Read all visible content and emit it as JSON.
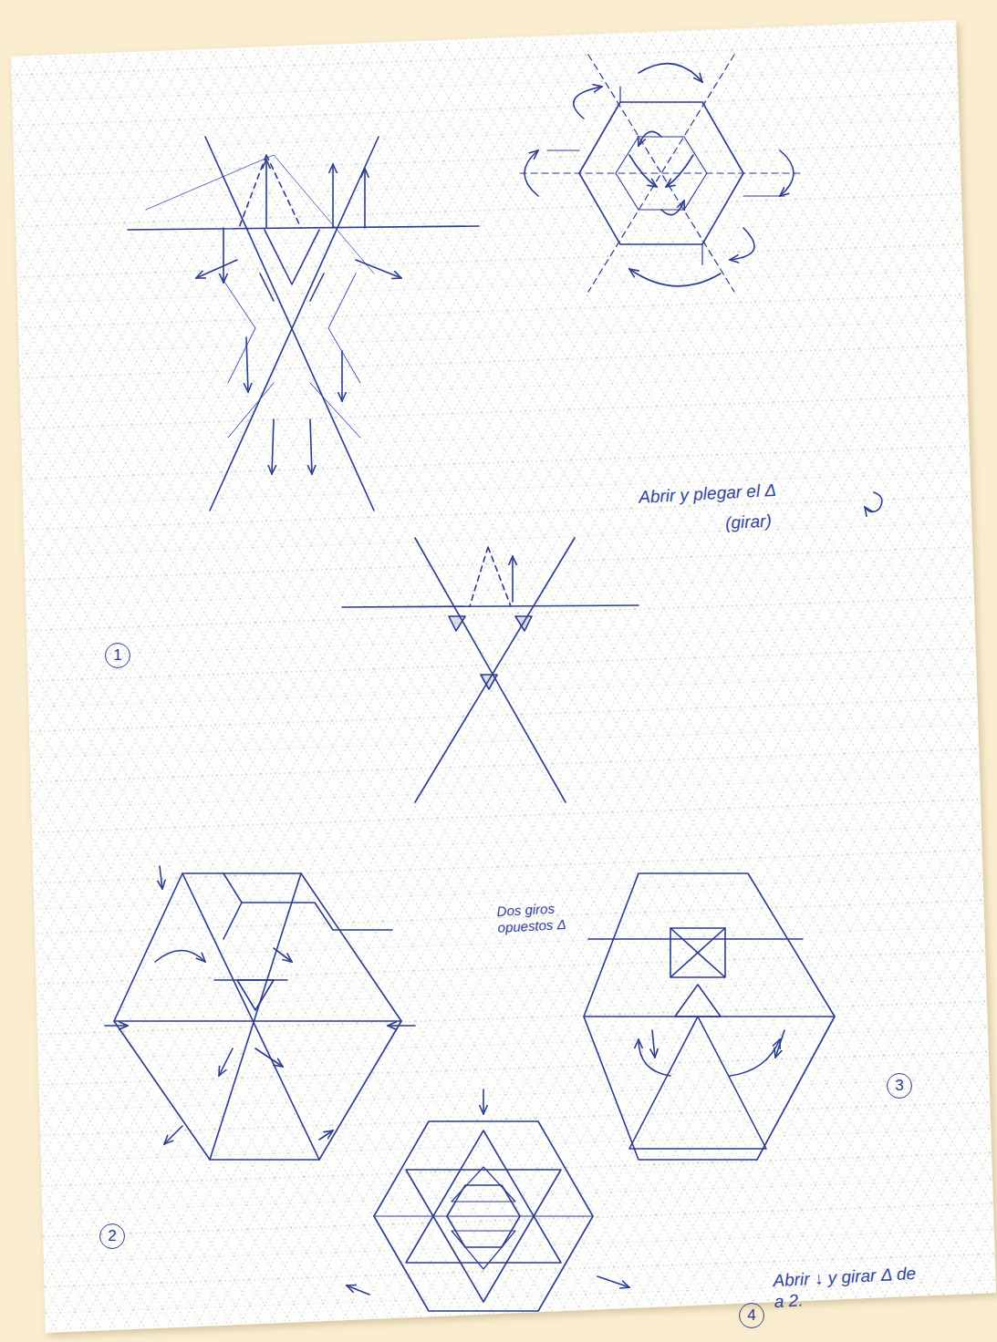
{
  "diagram": {
    "labels": [
      "Abrir y plegar el Δ",
      "(girar)",
      "1",
      "Dos giros opuestos Δ",
      "2",
      "3",
      "Abrir ↓ y girar Δ de a 2.",
      "4"
    ]
  }
}
